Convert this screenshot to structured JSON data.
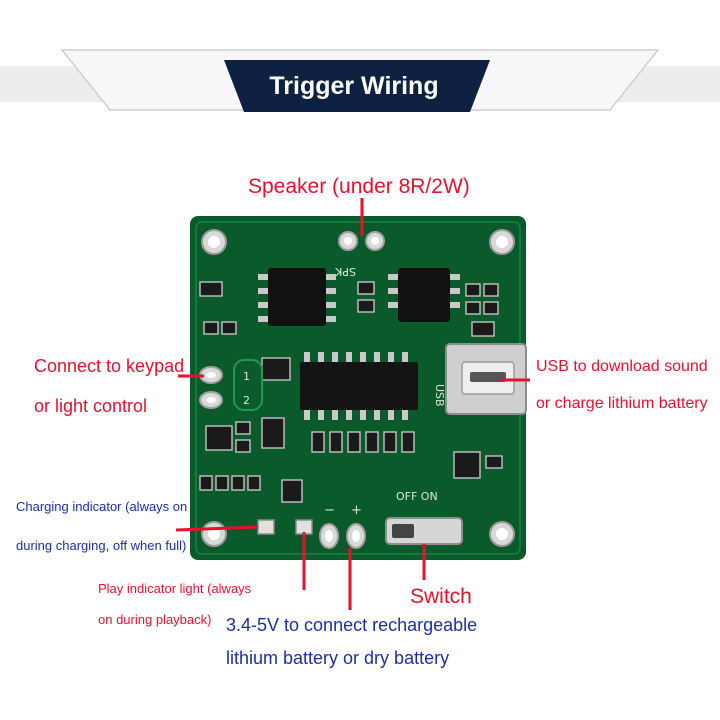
{
  "header": {
    "title": "Trigger Wiring Diagram"
  },
  "board": {
    "silkscreen": {
      "spk": "SPK",
      "usb": "USB",
      "off_on": "OFF ON",
      "pin1": "1",
      "pin2": "2",
      "minus": "−",
      "plus": "+"
    }
  },
  "labels": {
    "speaker": "Speaker (under 8R/2W)",
    "keypad_1": "Connect to keypad",
    "keypad_2": "or light control",
    "usb_1": "USB to download sound",
    "usb_2": "or charge lithium battery",
    "charging_1": "Charging indicator (always on",
    "charging_2": "during charging, off when full)",
    "play_1": "Play indicator light (always",
    "play_2": "on during playback)",
    "switch": "Switch",
    "battery_1": "3.4-5V to connect rechargeable",
    "battery_2": "lithium battery or dry battery"
  },
  "colors": {
    "banner": "#0f2143",
    "pcb": "#0b5a2c",
    "label_red": "#e8112d",
    "label_blue": "#1d2fa6",
    "arrow_red": "#e8112d"
  }
}
